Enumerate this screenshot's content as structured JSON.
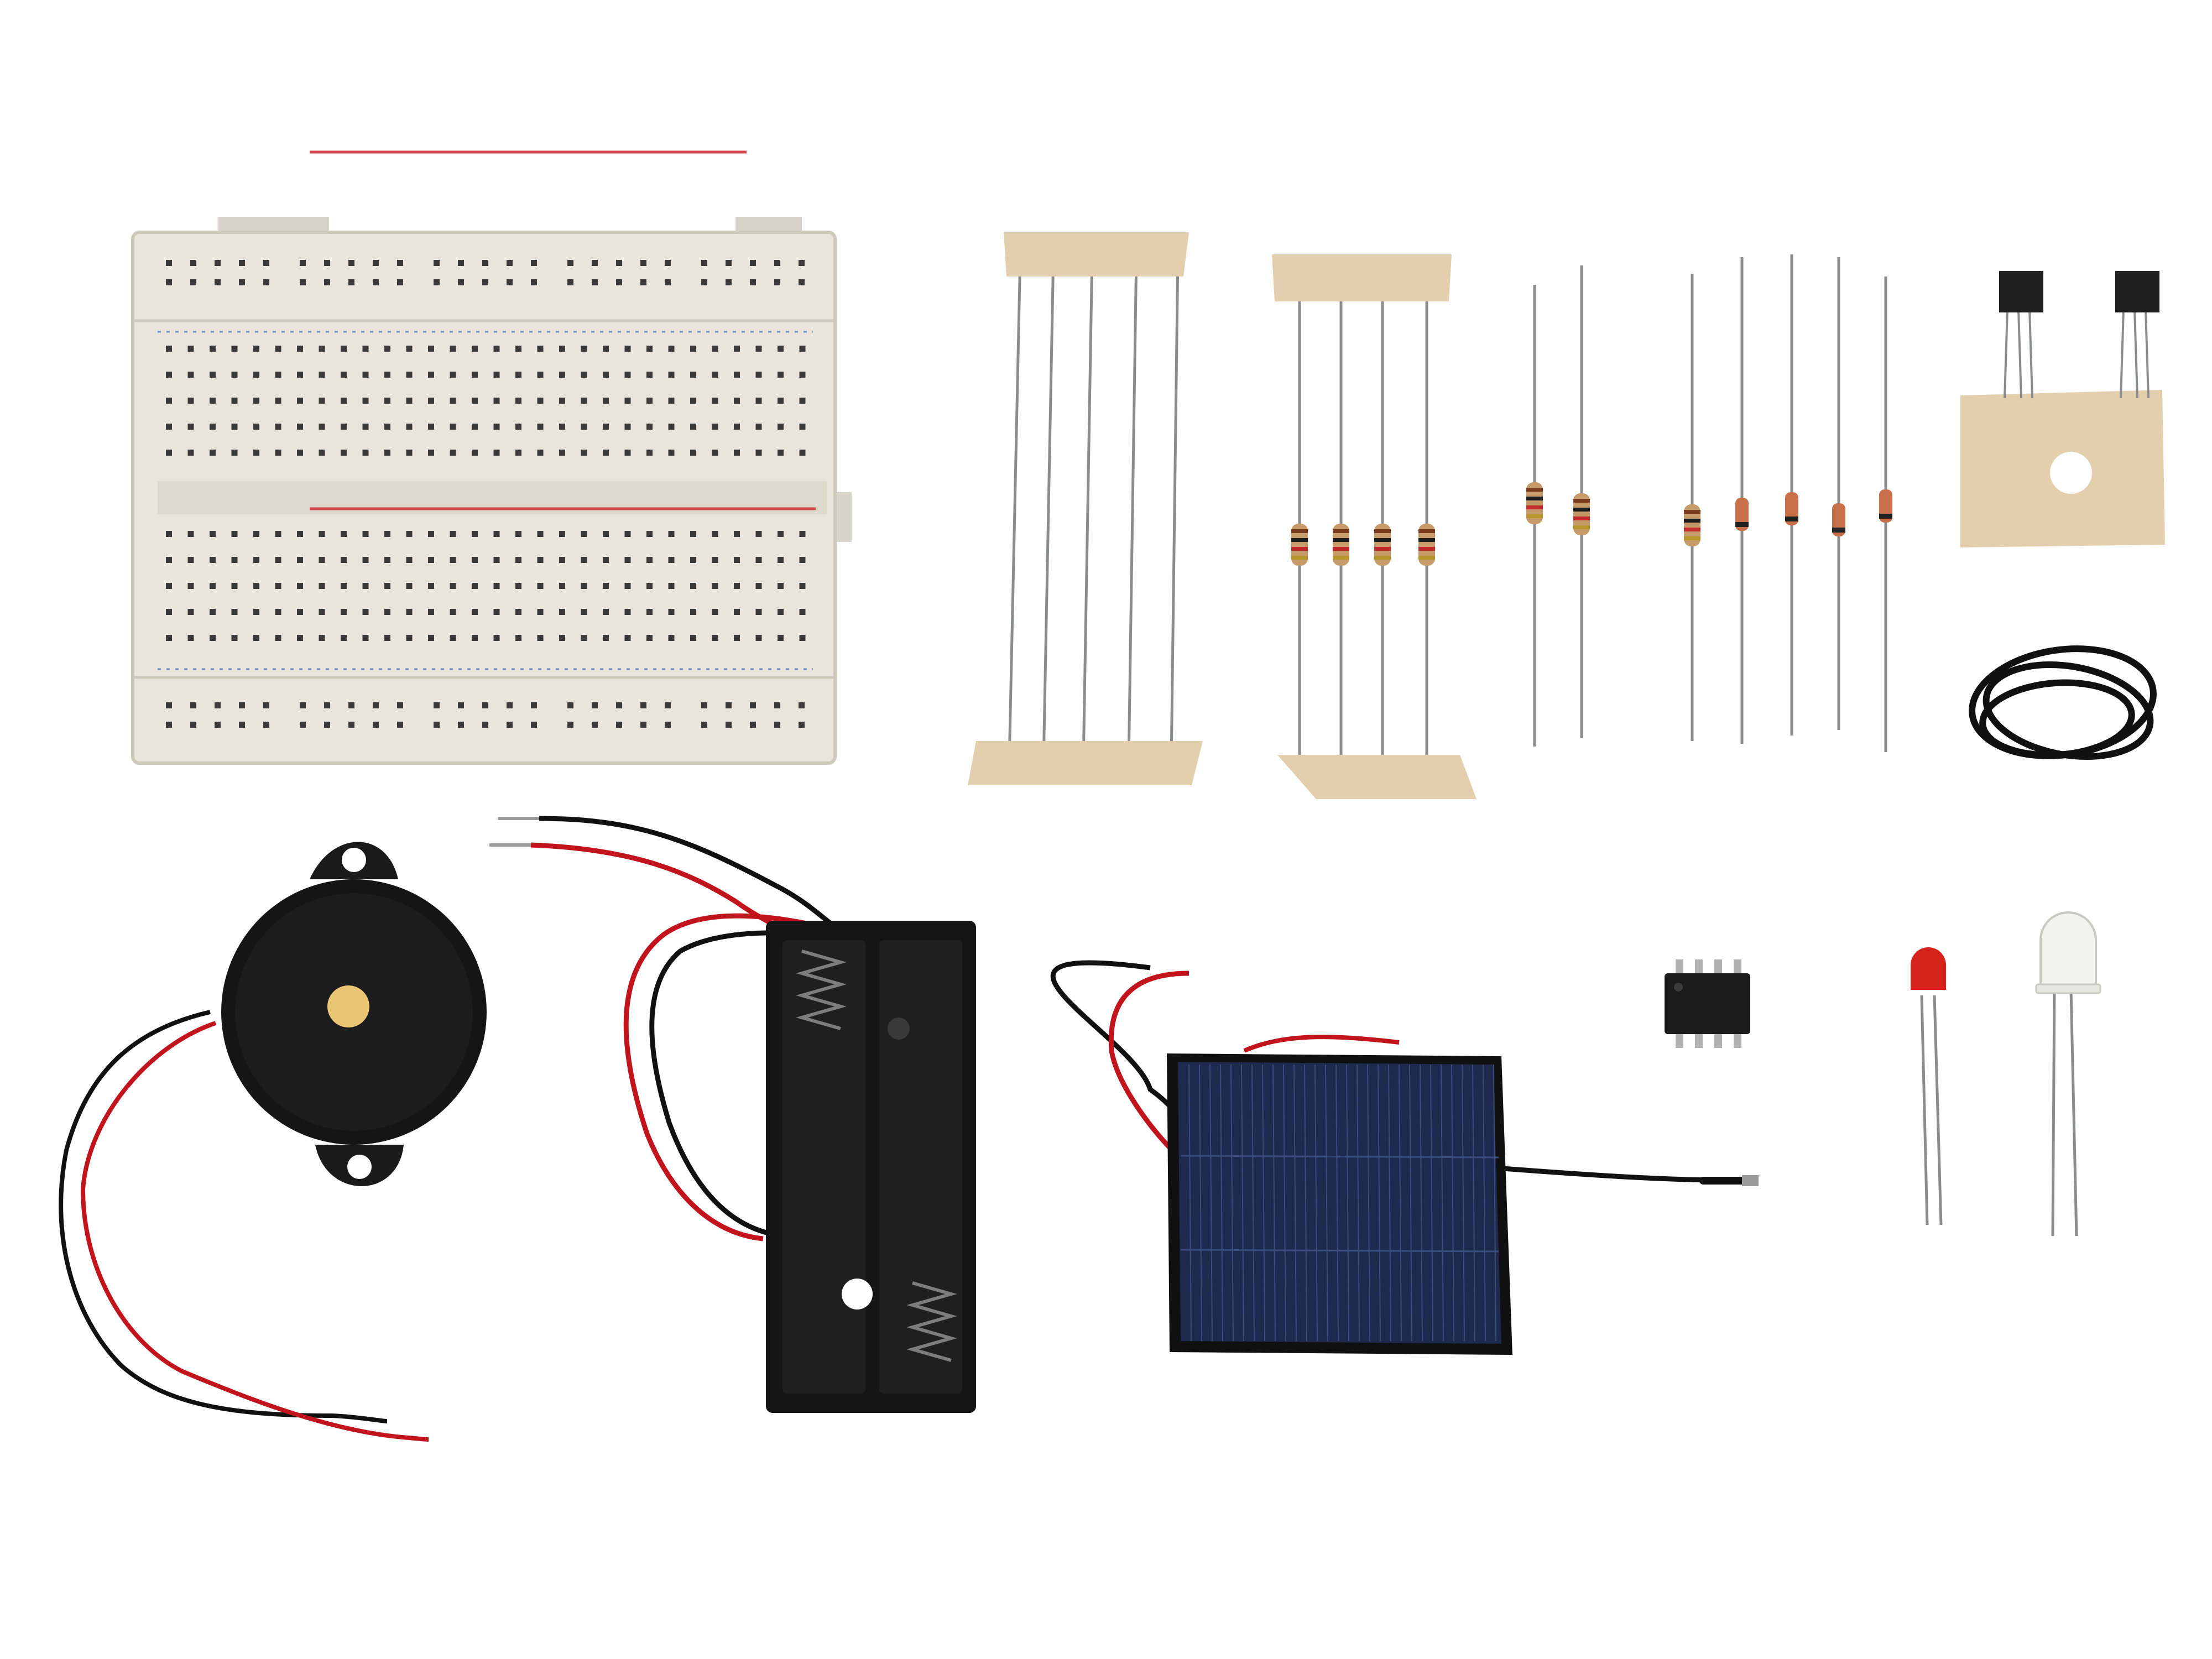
{
  "colors": {
    "background": "#ffffff",
    "breadboard_body": "#e9e5dc",
    "breadboard_shadow": "#cfc9bc",
    "hole": "#3a3a3a",
    "rail_red": "#d2454a",
    "rail_blue": "#6b8fc7",
    "paper_tape": "#e3cfae",
    "lead_metal": "#8a8d90",
    "resistor_body": "#c79a6a",
    "band_brown": "#7a3b1d",
    "band_black": "#1d1d1d",
    "band_red": "#c1282a",
    "band_gold": "#b8962e",
    "diode_glass": "#c9714a",
    "diode_band": "#222222",
    "plastic_black": "#151515",
    "wire_red": "#c1141d",
    "wire_black": "#111111",
    "brass_disc": "#e9c574",
    "solar_cell": "#1e2a4d",
    "solar_grid": "#3a4c7d",
    "led_red": "#d6231c",
    "led_clear": "#f2f2ee",
    "ic_body": "#1b1b1b"
  },
  "components": [
    {
      "id": "breadboard",
      "icon": "breadboard-icon",
      "count": 1
    },
    {
      "id": "resistors-taped-5",
      "icon": "resistor-icon",
      "count": 5
    },
    {
      "id": "resistors-taped-4",
      "icon": "resistor-icon",
      "count": 4
    },
    {
      "id": "resistors-loose",
      "icon": "resistor-icon",
      "count": 2
    },
    {
      "id": "diodes",
      "icon": "diode-icon",
      "count": 5
    },
    {
      "id": "transistors",
      "icon": "transistor-icon",
      "count": 2
    },
    {
      "id": "wire-coil",
      "icon": "wire-coil-icon",
      "count": 1
    },
    {
      "id": "piezo-buzzer",
      "icon": "buzzer-icon",
      "count": 1
    },
    {
      "id": "battery-holder",
      "icon": "battery-holder-icon",
      "count": 1
    },
    {
      "id": "solar-panel",
      "icon": "solar-panel-icon",
      "count": 1
    },
    {
      "id": "ic-chip",
      "icon": "ic-chip-icon",
      "count": 1
    },
    {
      "id": "red-led",
      "icon": "led-icon",
      "count": 1
    },
    {
      "id": "clear-led",
      "icon": "led-icon",
      "count": 1
    }
  ]
}
